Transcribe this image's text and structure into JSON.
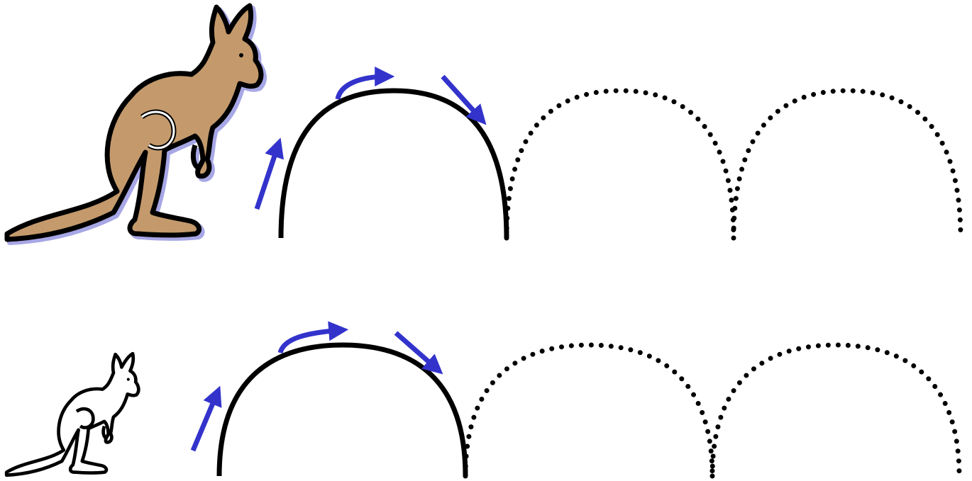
{
  "colors": {
    "background": "#ffffff",
    "arrow": "#3333cc",
    "trajectory": "#000000",
    "kangaroo_fill": "#c49a6c",
    "kangaroo_outline": "#000000",
    "kangaroo_shadow": "#a7a7e6"
  },
  "rows": [
    {
      "kangaroo": {
        "icon": "kangaroo-icon",
        "style": "filled"
      },
      "jumps": [
        {
          "style": "solid"
        },
        {
          "style": "dotted"
        },
        {
          "style": "dotted"
        }
      ],
      "arrows": [
        "up-right-arrow",
        "curved-right-arrow",
        "down-right-arrow"
      ]
    },
    {
      "kangaroo": {
        "icon": "kangaroo-icon",
        "style": "outline"
      },
      "jumps": [
        {
          "style": "solid"
        },
        {
          "style": "dotted"
        },
        {
          "style": "dotted"
        }
      ],
      "arrows": [
        "up-right-arrow",
        "curved-right-arrow",
        "down-right-arrow"
      ]
    }
  ]
}
